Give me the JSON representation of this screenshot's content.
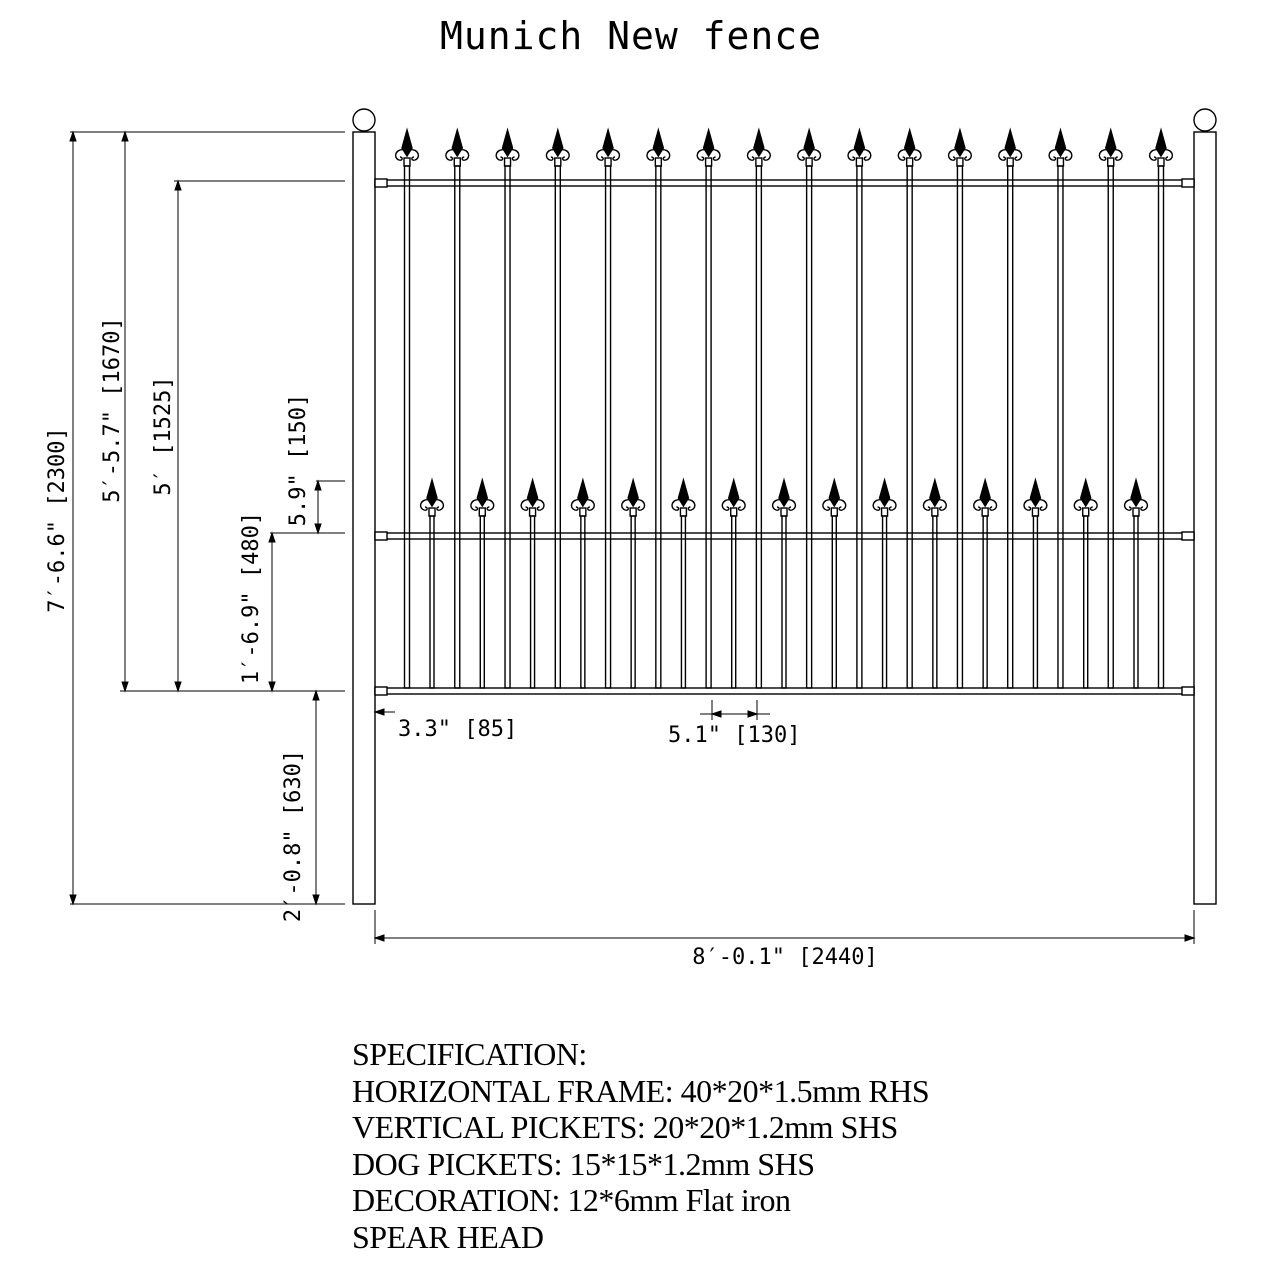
{
  "title": "Munich New fence",
  "dimensions": {
    "overall_height": "7′-6.6\" [2300]",
    "top_rail_height": "5′-5.7\" [1670]",
    "panel_height": "5′ [1525]",
    "dog_picket_head": "5.9\" [150]",
    "dog_section": "1′-6.9\" [480]",
    "ground_clearance": "2′-0.8\" [630]",
    "end_gap": "3.3\" [85]",
    "picket_spacing": "5.1\" [130]",
    "overall_width": "8′-0.1\" [2440]"
  },
  "fence": {
    "picket_count": 16,
    "dog_picket_count": 15
  },
  "specification": {
    "heading": "SPECIFICATION:",
    "lines": [
      "HORIZONTAL FRAME: 40*20*1.5mm RHS",
      "VERTICAL PICKETS: 20*20*1.2mm SHS",
      "DOG PICKETS: 15*15*1.2mm SHS",
      "DECORATION: 12*6mm Flat iron",
      "SPEAR HEAD"
    ]
  }
}
